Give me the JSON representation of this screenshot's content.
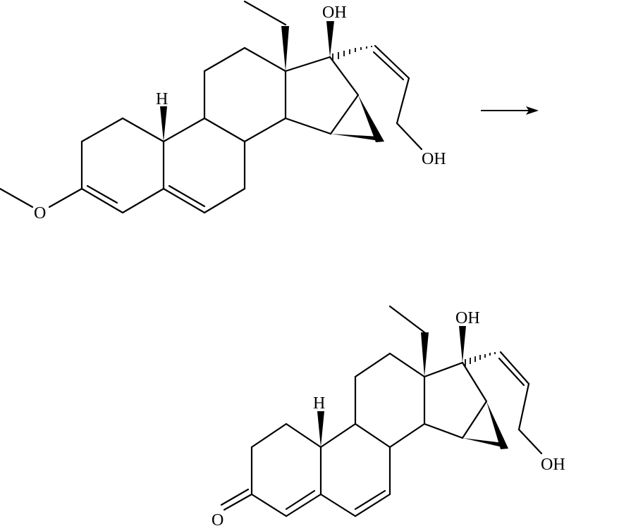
{
  "figure": {
    "type": "chemical reaction scheme",
    "background": "#ffffff",
    "line_color": "#000000"
  },
  "reactant": {
    "name": "starting-material",
    "labels": {
      "methoxy_o": "O",
      "h_label": "H",
      "oh_top": "OH",
      "oh_side": "OH"
    }
  },
  "arrow": {
    "direction": "right"
  },
  "product": {
    "name": "product",
    "labels": {
      "ketone_o": "O",
      "h_label": "H",
      "oh_top": "OH",
      "oh_side": "OH"
    }
  }
}
